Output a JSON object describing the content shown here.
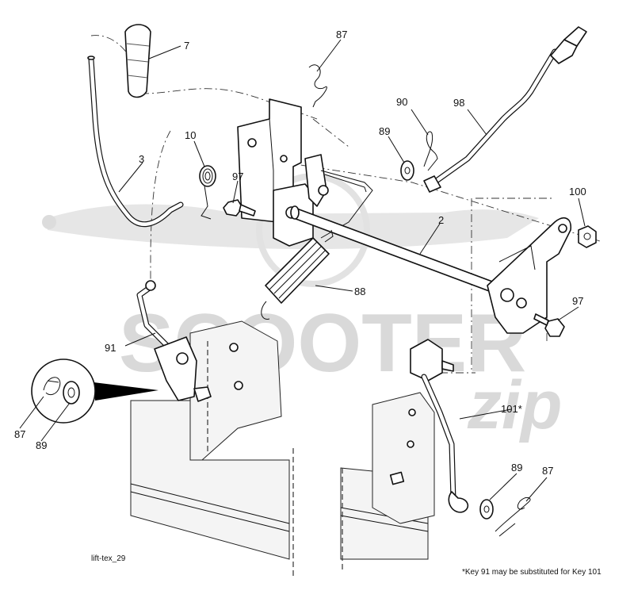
{
  "diagram": {
    "watermark": {
      "main": "SCOOTER",
      "script": "zip"
    },
    "labels": [
      {
        "id": "7",
        "text": "7"
      },
      {
        "id": "87a",
        "text": "87"
      },
      {
        "id": "10",
        "text": "10"
      },
      {
        "id": "3",
        "text": "3"
      },
      {
        "id": "97a",
        "text": "97"
      },
      {
        "id": "90",
        "text": "90"
      },
      {
        "id": "98",
        "text": "98"
      },
      {
        "id": "89a",
        "text": "89"
      },
      {
        "id": "100",
        "text": "100"
      },
      {
        "id": "2",
        "text": "2"
      },
      {
        "id": "88",
        "text": "88"
      },
      {
        "id": "97b",
        "text": "97"
      },
      {
        "id": "91",
        "text": "91"
      },
      {
        "id": "87b",
        "text": "87"
      },
      {
        "id": "89b",
        "text": "89"
      },
      {
        "id": "101",
        "text": "101*"
      },
      {
        "id": "89c",
        "text": "89"
      },
      {
        "id": "87c",
        "text": "87"
      }
    ],
    "figure_id": "lift-tex_29",
    "footnote": "*Key 91 may be substituted for Key 101"
  }
}
